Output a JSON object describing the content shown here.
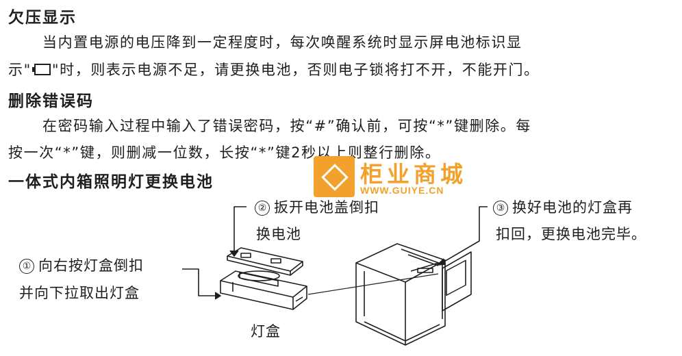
{
  "section1": {
    "title": "欠压显示",
    "line1": "当内置电源的电压降到一定程度时，每次唤醒系统时显示屏电池标识显",
    "line2_a": "示\"",
    "line2_b": "\"时，则表示电源不足，请更换电池，否则电子锁将打不开，不能开门。",
    "icon": "battery-icon"
  },
  "section2": {
    "title": "删除错误码",
    "line1": "在密码输入过程中输入了错误密码，按“#”确认前，可按“*”键删除。每",
    "line2": "按一次“*”键，则删减一位数，长按“*”键2秒以上则整行删除。"
  },
  "section3": {
    "title": "一体式内箱照明灯更换电池"
  },
  "watermark": {
    "name": "柜业商城",
    "url": "WWW.GUIYE.CN",
    "color": "#f2a22c"
  },
  "steps": [
    {
      "num": "①",
      "line1": "向右按灯盒倒扣",
      "line2": "并向下拉取出灯盒"
    },
    {
      "num": "②",
      "line1": "扳开电池盖倒扣",
      "line2": "换电池"
    },
    {
      "num": "③",
      "line1": "换好电池的灯盒再",
      "line2": "扣回，更换电池完毕。"
    }
  ],
  "lamp_box_label": "灯盒"
}
